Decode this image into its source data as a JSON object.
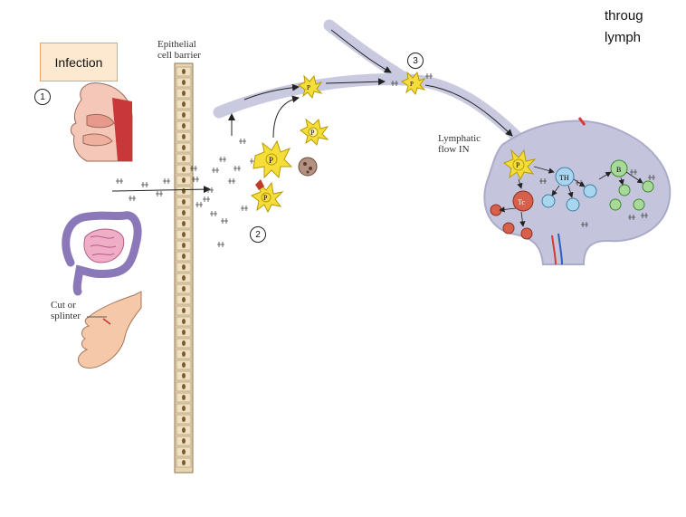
{
  "top_right_text": "throug\nlymph",
  "infection_label": "Infection",
  "epithelial_label": "Epithelial\ncell barrier",
  "lymphatic_label": "Lymphatic\nflow IN",
  "cut_label": "Cut or\nsplinter",
  "step_numbers": [
    "1",
    "2",
    "3"
  ],
  "cell_letters": {
    "dendritic": "P",
    "helper_t": "TH",
    "cytotoxic_t": "Tc",
    "b_cell": "B"
  },
  "colors": {
    "lymph_vessel": "#c9c9e0",
    "lymph_node": "#c4c5dc",
    "dendritic_cell": "#f6de3a",
    "helper_t": "#a9d6ee",
    "b_cell": "#a8d89a",
    "cytotoxic_t": "#d6604c",
    "infection_box_fill": "#fde9cf",
    "infection_box_border": "#f2a25a",
    "epithelium": "#e8d4b0"
  }
}
